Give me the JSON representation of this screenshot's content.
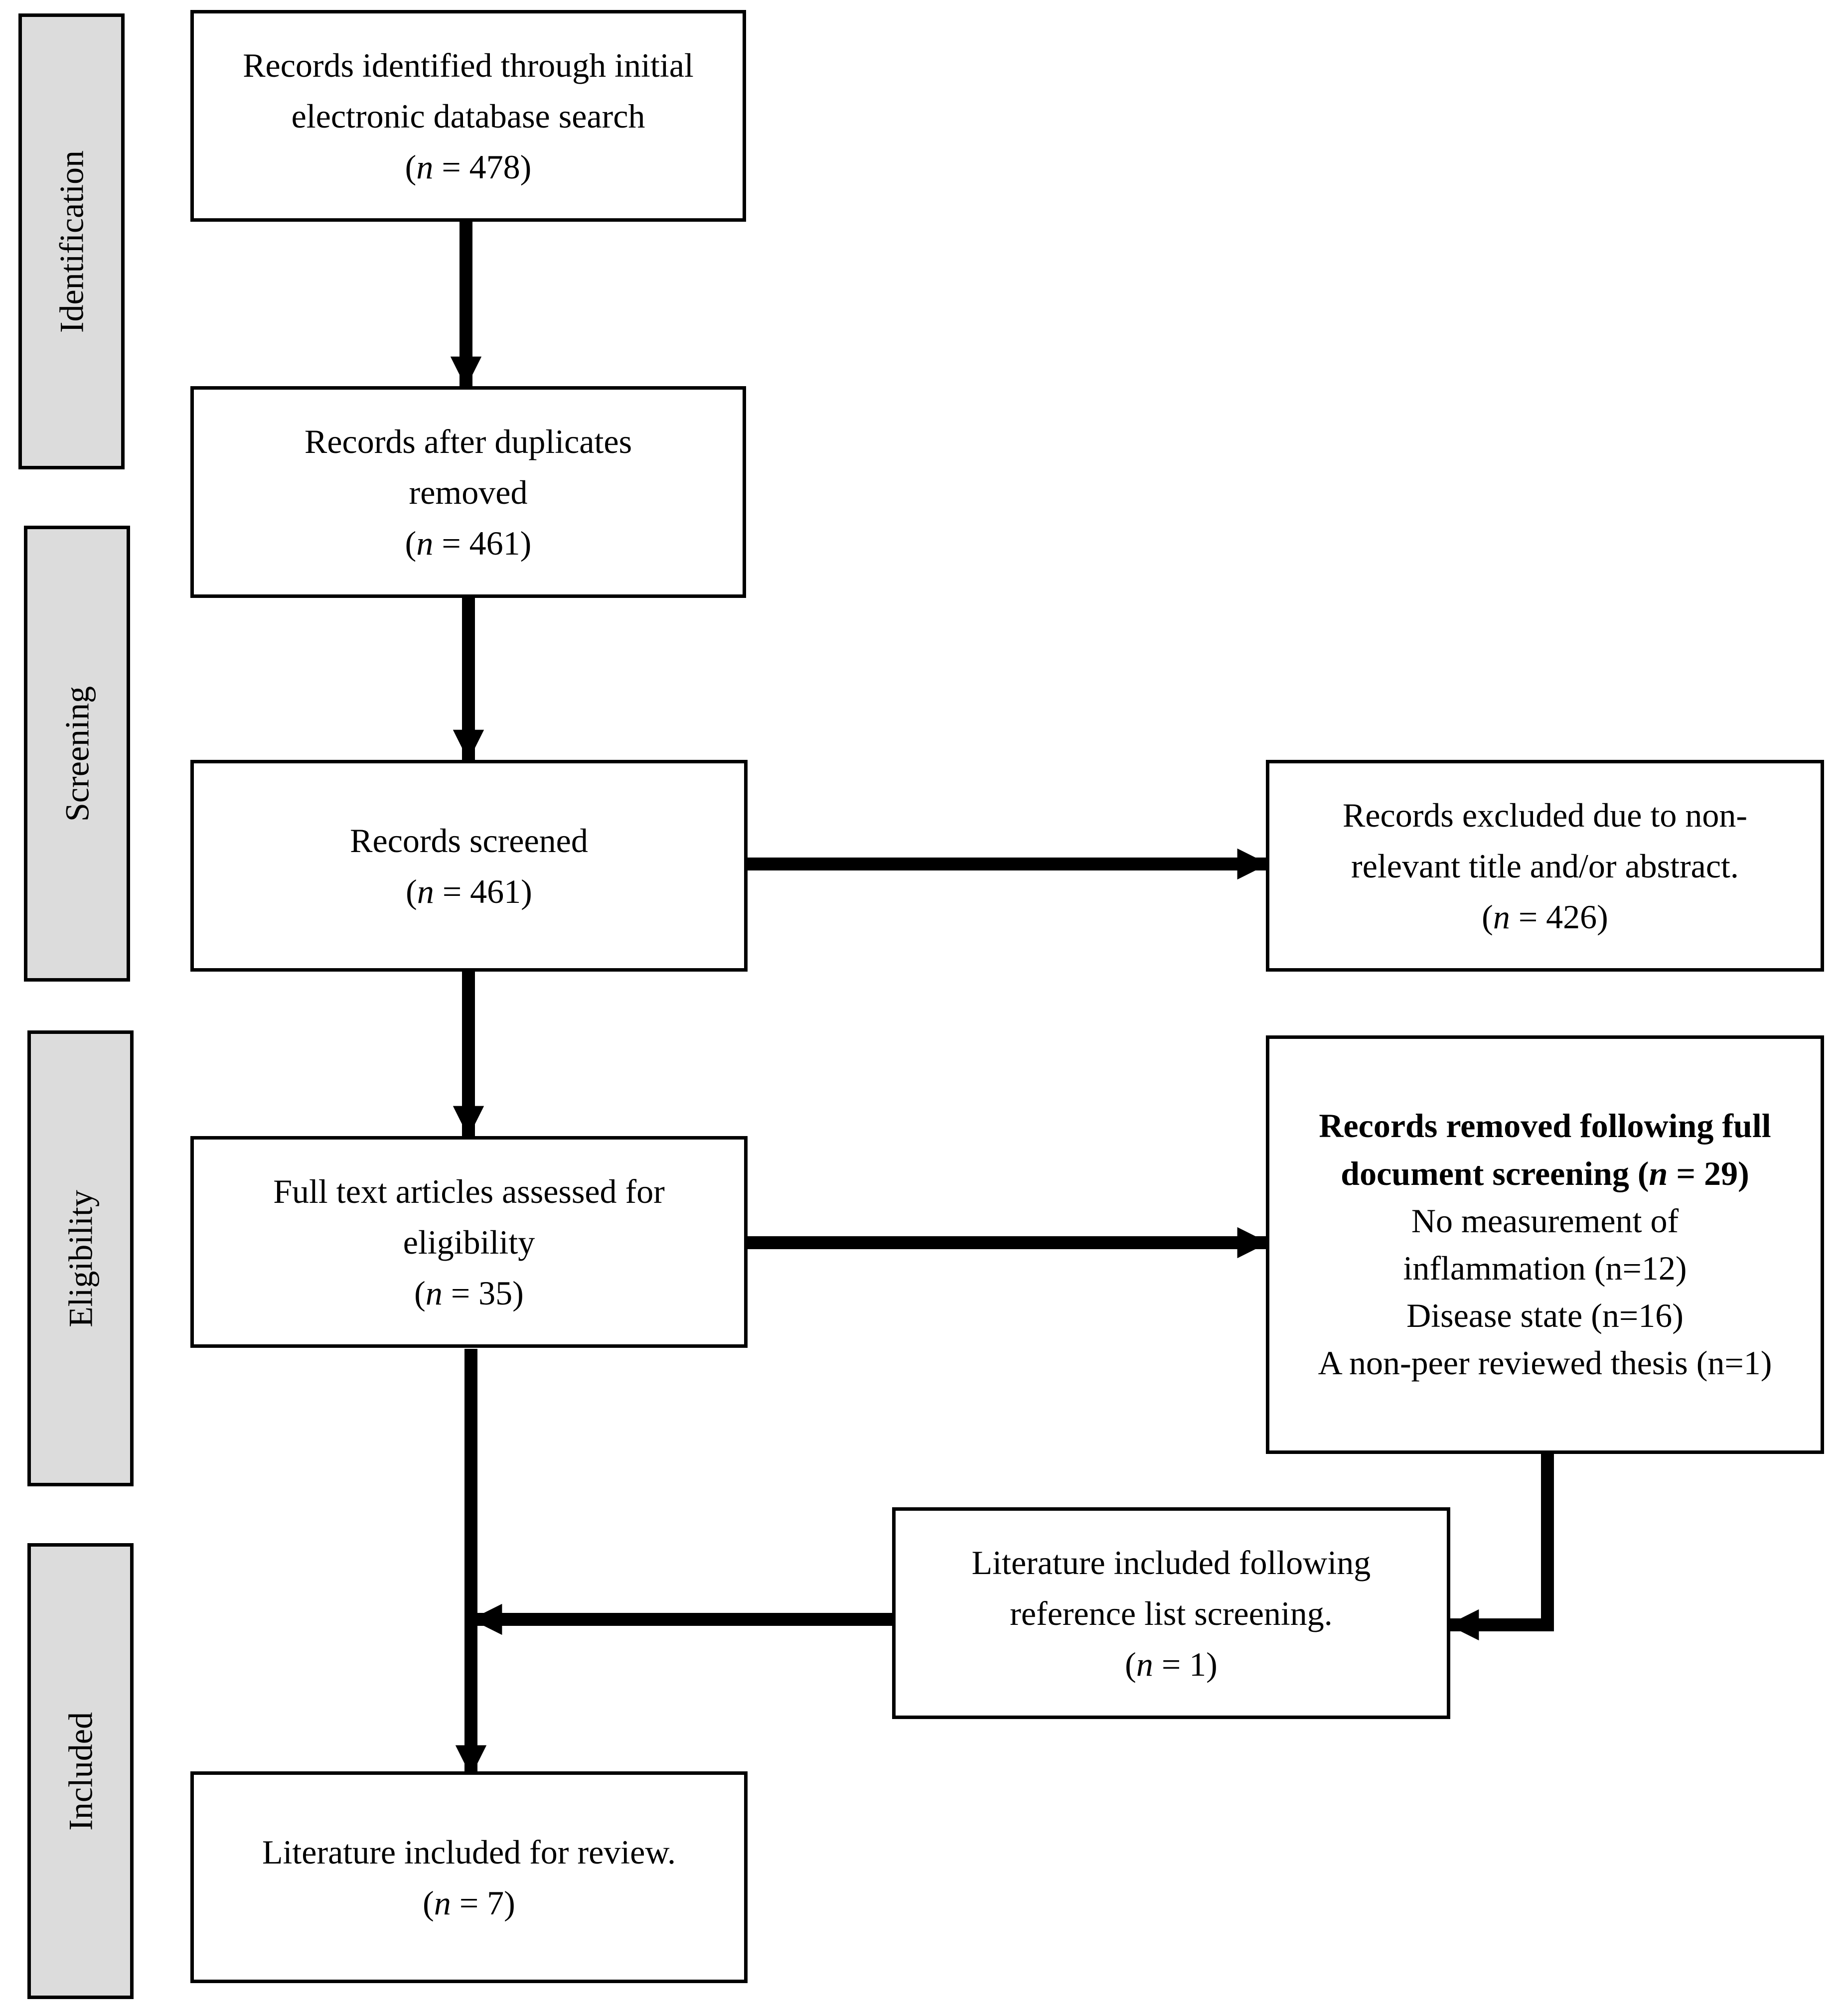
{
  "phases": {
    "identification": "Identification",
    "screening": "Screening",
    "eligibility": "Eligibility",
    "included": "Included"
  },
  "boxes": {
    "identified": {
      "line1": "Records identified through initial",
      "line2": "electronic database search",
      "n_prefix": "(",
      "n_symbol": "n",
      "n_value": " = 478)"
    },
    "after_duplicates": {
      "line1": "Records after duplicates",
      "line2": "removed",
      "n_prefix": "(",
      "n_symbol": "n",
      "n_value": " = 461)"
    },
    "screened": {
      "line1": "Records screened",
      "n_prefix": "(",
      "n_symbol": "n",
      "n_value": " = 461)"
    },
    "excluded": {
      "line1": "Records excluded due to non-",
      "line2": "relevant title and/or abstract.",
      "n_prefix": "(",
      "n_symbol": "n",
      "n_value": " = 426)"
    },
    "full_text": {
      "line1": "Full text articles assessed for",
      "line2": "eligibility",
      "n_prefix": "(",
      "n_symbol": "n",
      "n_value": " = 35)"
    },
    "removed": {
      "title_line1": "Records removed following full",
      "title_line2": "document screening (",
      "n_symbol": "n",
      "n_value": " = 29)",
      "reasons": [
        "No measurement of",
        "inflammation (n=12)",
        "Disease state (n=16)",
        "A non-peer reviewed thesis (n=1)"
      ]
    },
    "reference_list": {
      "line1": "Literature included following",
      "line2": "reference list screening.",
      "n_prefix": "(",
      "n_symbol": "n",
      "n_value": " = 1)"
    },
    "included_review": {
      "line1": "Literature included for review.",
      "n_prefix": "(",
      "n_symbol": "n",
      "n_value": " = 7)"
    }
  }
}
